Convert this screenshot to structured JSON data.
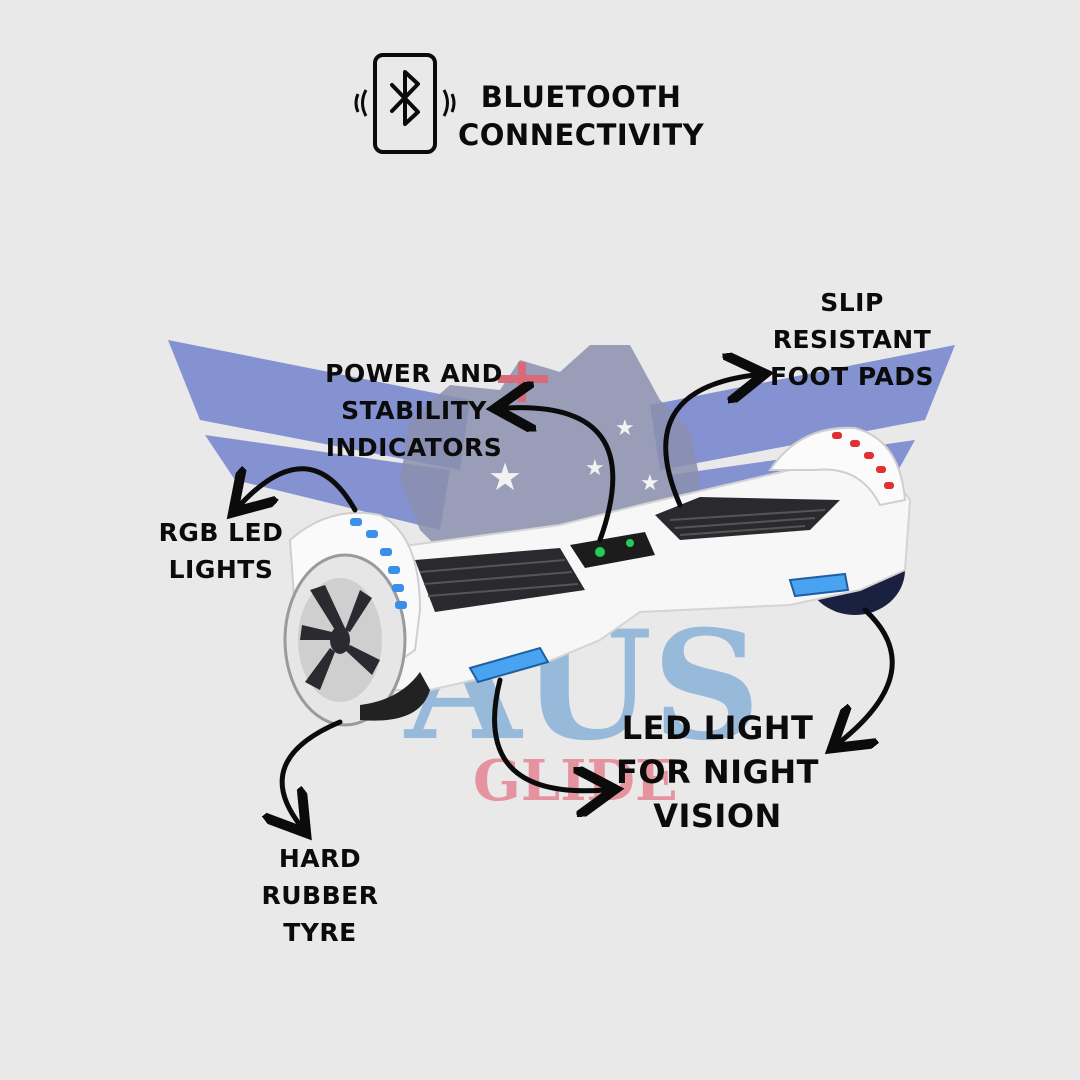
{
  "icons": {
    "bluetooth": "bluetooth-icon",
    "logo": "aus-glide-logo"
  },
  "colors": {
    "background": "#e9e9e9",
    "text": "#0b0b0b",
    "logo_blue": "#6f7fc9",
    "logo_light_blue": "#8fb4d9",
    "logo_red": "#e58a96",
    "led_blue": "#3a8fe8",
    "led_red": "#e03030"
  },
  "features": {
    "bluetooth": {
      "line1": "BLUETOOTH",
      "line2": "CONNECTIVITY"
    },
    "power": {
      "line1": "POWER AND",
      "line2": "STABILITY",
      "line3": "INDICATORS"
    },
    "slip": {
      "line1": "SLIP",
      "line2": "RESISTANT",
      "line3": "FOOT PADS"
    },
    "rgb": {
      "line1": "RGB LED",
      "line2": "LIGHTS"
    },
    "led_night": {
      "line1": "LED LIGHT",
      "line2": "FOR NIGHT",
      "line3": "VISION"
    },
    "tyre": {
      "line1": "HARD",
      "line2": "RUBBER",
      "line3": "TYRE"
    }
  },
  "logo": {
    "line1": "AUS",
    "line2": "GLIDE"
  }
}
